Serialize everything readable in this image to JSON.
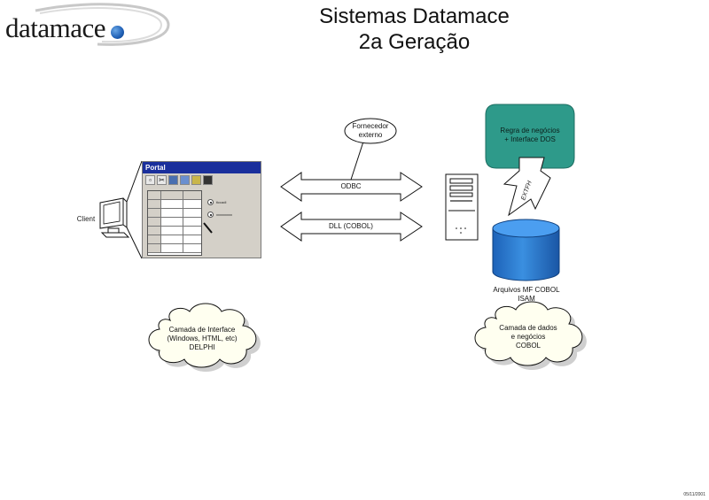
{
  "logo": {
    "text": "datamace"
  },
  "title": {
    "line1": "Sistemas Datamace",
    "line2": "2a Geração"
  },
  "client": {
    "label": "Client"
  },
  "portal": {
    "title": "Portal",
    "toolbar_icons": [
      "new-doc-icon",
      "scissors-icon",
      "copy-icon",
      "paste-icon",
      "open-folder-icon",
      "save-icon"
    ],
    "radio_1_label": "ticcadl",
    "radio_2_label": "xxxxxxxxx"
  },
  "supplier": {
    "line1": "Fornecedor",
    "line2": "externo"
  },
  "arrows": {
    "odbc": "ODBC",
    "dll": "DLL (COBOL)"
  },
  "business_rules": {
    "line1": "Regra de negócios",
    "line2": "+ Interface DOS"
  },
  "extfh": "EXTFH",
  "database": {
    "line1": "Arquivos MF COBOL",
    "line2": "ISAM"
  },
  "cloud_interface": {
    "line1": "Camada de Interface",
    "line2": "(Windows, HTML, etc)",
    "line3": "DELPHI"
  },
  "cloud_data": {
    "line1": "Camada de dados",
    "line2": "e negócios",
    "line3": "COBOL"
  },
  "footer": {
    "date": "05/11/2001"
  },
  "colors": {
    "teal_box": "#2e9a8a",
    "db_blue": "#2f7fd3",
    "title_bar": "#1a2f9c",
    "cloud_fill": "#fffff0"
  }
}
